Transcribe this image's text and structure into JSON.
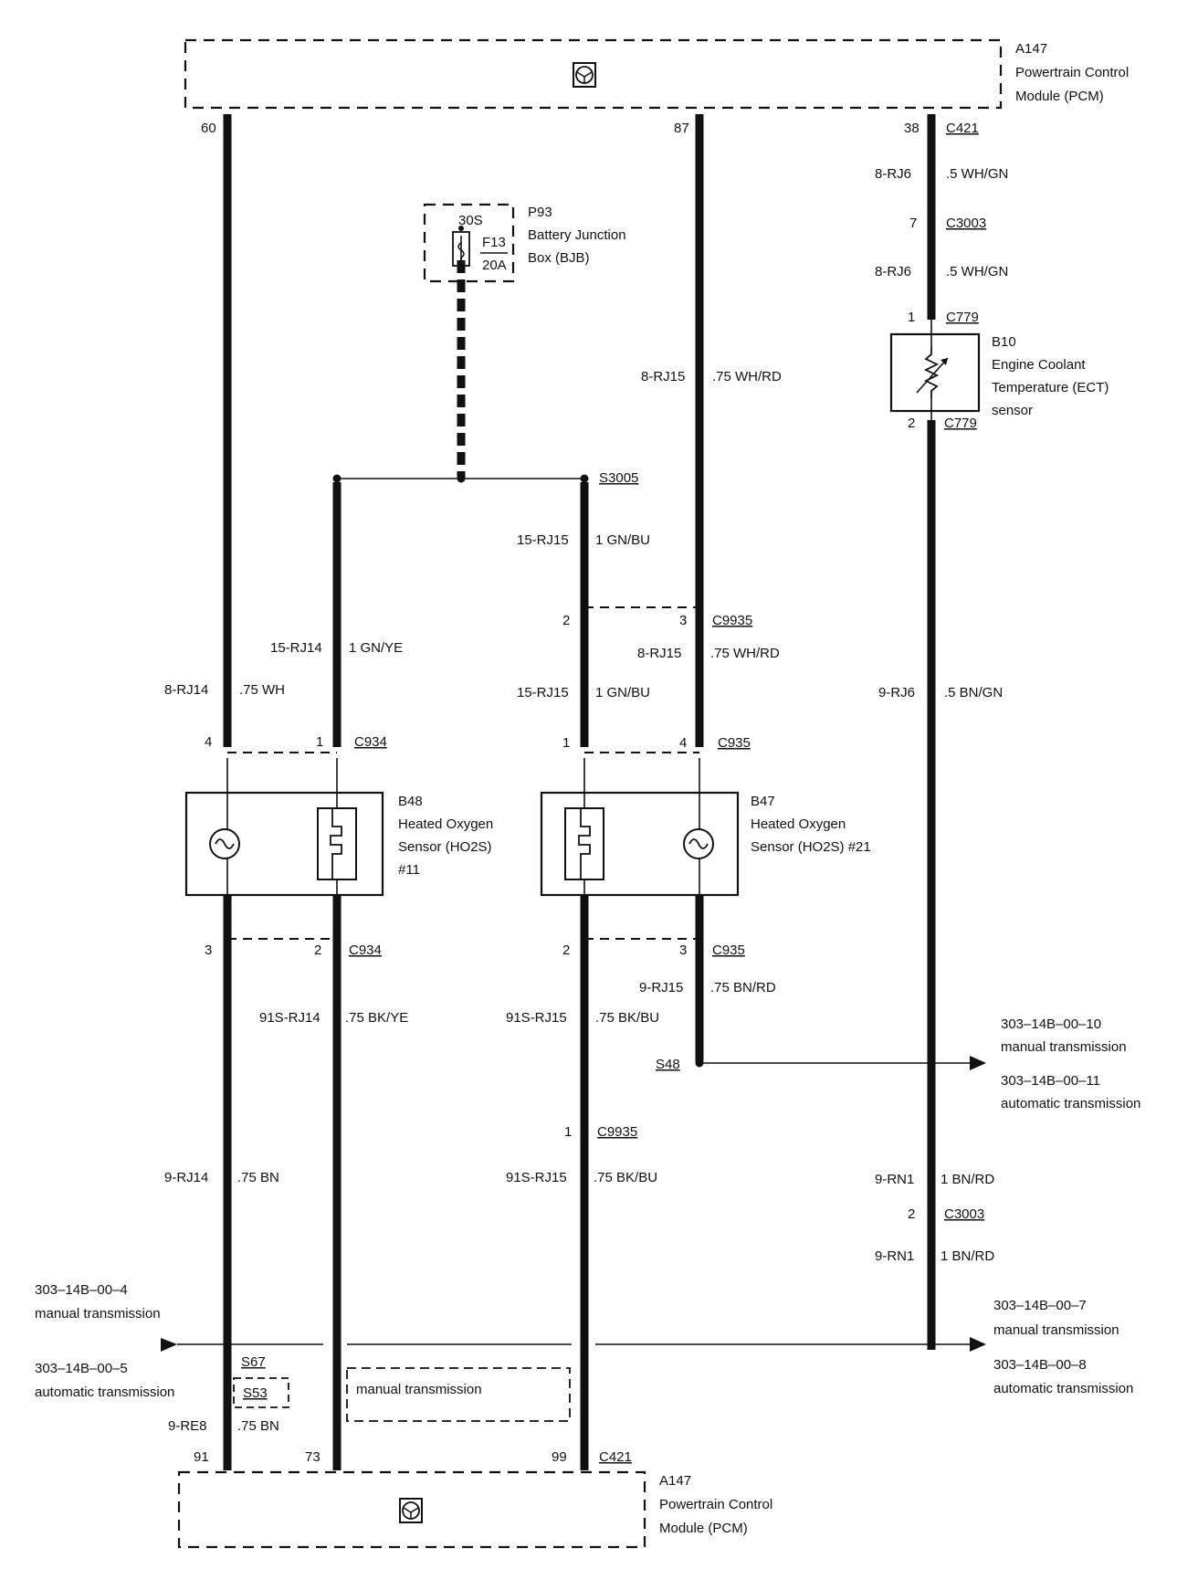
{
  "pcm": {
    "id": "A147",
    "line1": "Powertrain Control",
    "line2": "Module (PCM)"
  },
  "bjb": {
    "id": "P93",
    "line1": "Battery Junction",
    "line2": "Box (BJB)",
    "pin": "30S",
    "fuse": "F13",
    "rating": "20A"
  },
  "ect": {
    "id": "B10",
    "line1": "Engine Coolant",
    "line2": "Temperature (ECT)",
    "line3": "sensor"
  },
  "ho2s11": {
    "id": "B48",
    "line1": "Heated Oxygen",
    "line2": "Sensor (HO2S)",
    "line3": "#11"
  },
  "ho2s21": {
    "id": "B47",
    "line1": "Heated Oxygen",
    "line2": "Sensor (HO2S) #21"
  },
  "pins": {
    "top_60": "60",
    "top_87": "87",
    "top_38": "38",
    "c3003_7": "7",
    "c779_1": "1",
    "c779_2": "2",
    "c9935_2": "2",
    "c9935_3": "3",
    "c934_4": "4",
    "c934_1": "1",
    "c935_1": "1",
    "c935_4": "4",
    "c934_3": "3",
    "c934_2": "2",
    "c935_2": "2",
    "c935_3": "3",
    "c9935_1": "1",
    "c3003_2": "2",
    "bot_91": "91",
    "bot_73": "73",
    "bot_99": "99"
  },
  "connectors": {
    "c421_top": "C421",
    "c3003_a": "C3003",
    "c779_a": "C779",
    "c779_b": "C779",
    "c9935_a": "C9935",
    "c934_a": "C934",
    "c935_a": "C935",
    "c934_b": "C934",
    "c935_b": "C935",
    "c9935_b": "C9935",
    "c3003_b": "C3003",
    "c421_bot": "C421"
  },
  "splices": {
    "s3005": "S3005",
    "s48": "S48",
    "s67": "S67",
    "s53": "S53"
  },
  "wires": {
    "w_8rj6_a": "8-RJ6",
    "w_5whgn_a": ".5 WH/GN",
    "w_8rj6_b": "8-RJ6",
    "w_5whgn_b": ".5 WH/GN",
    "w_8rj15_a": "8-RJ15",
    "w_75whrd_a": ".75 WH/RD",
    "w_15rj15_a": "15-RJ15",
    "w_1gnbu_a": "1 GN/BU",
    "w_15rj14": "15-RJ14",
    "w_1gnye": "1 GN/YE",
    "w_8rj15_b": "8-RJ15",
    "w_75whrd_b": ".75 WH/RD",
    "w_8rj14": "8-RJ14",
    "w_75wh": ".75 WH",
    "w_15rj15_b": "15-RJ15",
    "w_1gnbu_b": "1 GN/BU",
    "w_9rj6": "9-RJ6",
    "w_5bngn": ".5 BN/GN",
    "w_9rj15": "9-RJ15",
    "w_75bnrd": ".75 BN/RD",
    "w_91srj14": "91S-RJ14",
    "w_75bkye": ".75 BK/YE",
    "w_91srj15_a": "91S-RJ15",
    "w_75bkbu_a": ".75 BK/BU",
    "w_9rj14": "9-RJ14",
    "w_75bn_a": ".75 BN",
    "w_91srj15_b": "91S-RJ15",
    "w_75bkbu_b": ".75 BK/BU",
    "w_9rn1_a": "9-RN1",
    "w_1bnrd_a": "1 BN/RD",
    "w_9rn1_b": "9-RN1",
    "w_1bnrd_b": "1 BN/RD",
    "w_9re8": "9-RE8",
    "w_75bn_b": ".75 BN"
  },
  "refs": {
    "r10": "303–14B–00–10",
    "r10_t": "manual transmission",
    "r11": "303–14B–00–11",
    "r11_t": "automatic transmission",
    "r4": "303–14B–00–4",
    "r4_t": "manual transmission",
    "r5": "303–14B–00–5",
    "r5_t": "automatic transmission",
    "r7": "303–14B–00–7",
    "r7_t": "manual transmission",
    "r8": "303–14B–00–8",
    "r8_t": "automatic transmission"
  },
  "note": {
    "manual_box": "manual transmission"
  }
}
